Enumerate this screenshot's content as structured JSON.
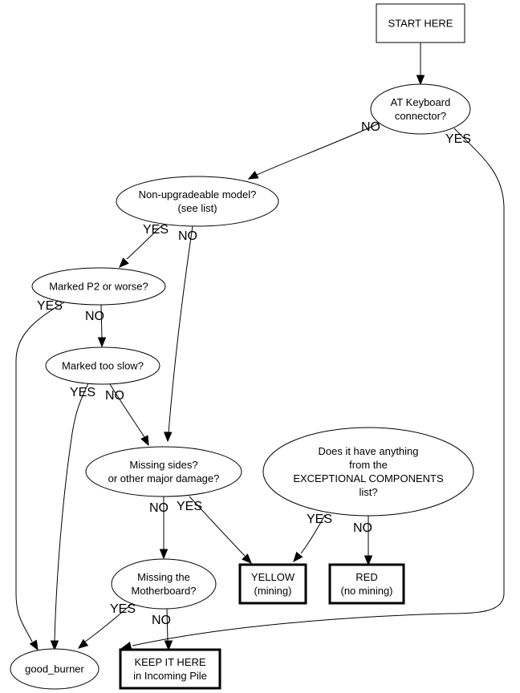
{
  "diagram": {
    "nodes": {
      "start": {
        "lines": [
          "START HERE"
        ],
        "shape": "box"
      },
      "at_keyboard": {
        "lines": [
          "AT Keyboard",
          "connector?"
        ],
        "shape": "ellipse"
      },
      "non_upgradeable": {
        "lines": [
          "Non-upgradeable model?",
          "(see list)"
        ],
        "shape": "ellipse"
      },
      "marked_p2": {
        "lines": [
          "Marked P2 or worse?"
        ],
        "shape": "ellipse"
      },
      "marked_slow": {
        "lines": [
          "Marked too slow?"
        ],
        "shape": "ellipse"
      },
      "missing_sides": {
        "lines": [
          "Missing sides?",
          "or other major damage?"
        ],
        "shape": "ellipse"
      },
      "exceptional": {
        "lines": [
          "Does it have anything",
          "from the",
          "EXCEPTIONAL COMPONENTS",
          "list?"
        ],
        "shape": "ellipse"
      },
      "yellow": {
        "lines": [
          "YELLOW",
          "(mining)"
        ],
        "shape": "bold-box"
      },
      "red": {
        "lines": [
          "RED",
          "(no mining)"
        ],
        "shape": "bold-box"
      },
      "missing_mb": {
        "lines": [
          "Missing the",
          "Motherboard?"
        ],
        "shape": "ellipse"
      },
      "good_burner": {
        "lines": [
          "good_burner"
        ],
        "shape": "ellipse"
      },
      "keep_here": {
        "lines": [
          "KEEP IT HERE",
          "in Incoming Pile"
        ],
        "shape": "bold-box"
      }
    },
    "edges": [
      {
        "from": "start",
        "to": "at_keyboard",
        "label": ""
      },
      {
        "from": "at_keyboard",
        "to": "non_upgradeable",
        "label": "NO"
      },
      {
        "from": "at_keyboard",
        "to": "good_burner",
        "label": "YES"
      },
      {
        "from": "non_upgradeable",
        "to": "marked_p2",
        "label": "YES"
      },
      {
        "from": "non_upgradeable",
        "to": "missing_sides",
        "label": "NO"
      },
      {
        "from": "marked_p2",
        "to": "good_burner",
        "label": "YES"
      },
      {
        "from": "marked_p2",
        "to": "marked_slow",
        "label": "NO"
      },
      {
        "from": "marked_slow",
        "to": "good_burner",
        "label": "YES"
      },
      {
        "from": "marked_slow",
        "to": "missing_sides",
        "label": "NO"
      },
      {
        "from": "missing_sides",
        "to": "missing_mb",
        "label": "NO"
      },
      {
        "from": "missing_sides",
        "to": "yellow",
        "label": "YES"
      },
      {
        "from": "exceptional",
        "to": "yellow",
        "label": "YES"
      },
      {
        "from": "exceptional",
        "to": "red",
        "label": "NO"
      },
      {
        "from": "missing_mb",
        "to": "good_burner",
        "label": "YES"
      },
      {
        "from": "missing_mb",
        "to": "keep_here",
        "label": "NO"
      }
    ]
  }
}
